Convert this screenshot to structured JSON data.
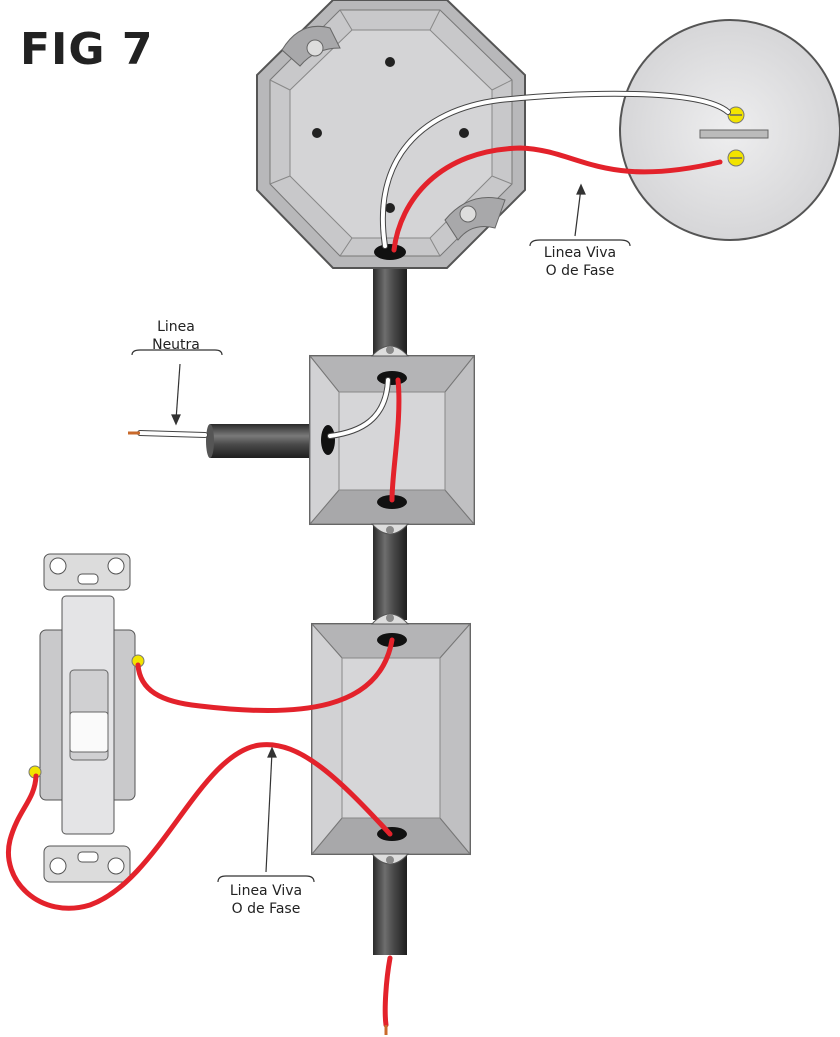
{
  "figure": {
    "title": "FIG 7"
  },
  "labels": {
    "live_top_line1": "Linea Viva",
    "live_top_line2": "O de Fase",
    "neutral_line1": "Linea",
    "neutral_line2": "Neutra",
    "live_bottom_line1": "Linea Viva",
    "live_bottom_line2": "O de Fase"
  },
  "colors": {
    "live_wire": "#e3222b",
    "neutral_wire": "#ffffff",
    "conduit": "#3c3c3c",
    "box": "#cfcfd0",
    "terminal": "#f2e400"
  },
  "components": {
    "octagon_box": "octagon-junction-box",
    "lamp_holder": "round-lamp-holder",
    "square_box": "square-junction-box",
    "switch_box": "rectangular-switch-box",
    "wall_switch": "single-pole-switch"
  }
}
